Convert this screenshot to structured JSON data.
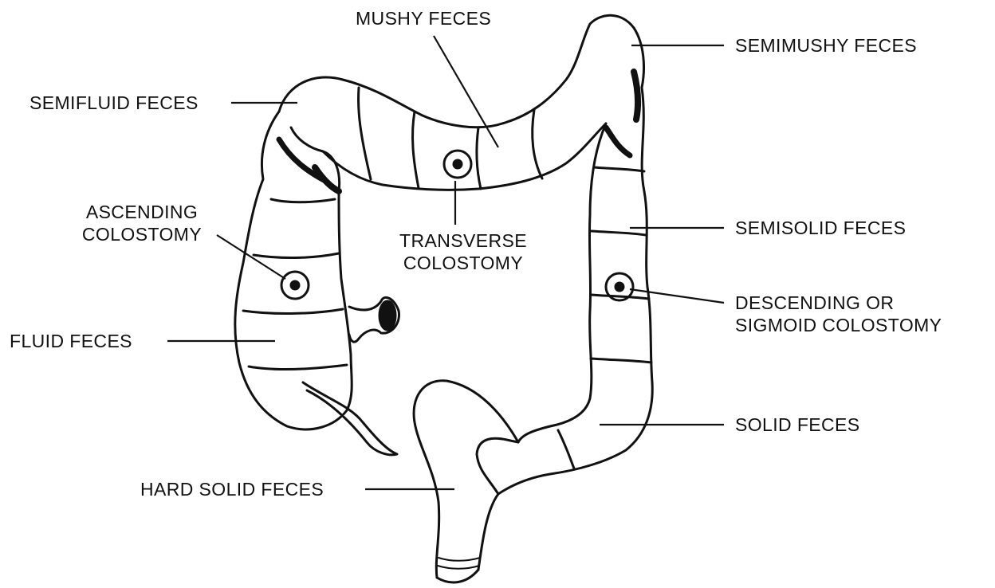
{
  "labels": {
    "mushy": "MUSHY FECES",
    "semimushy": "SEMIMUSHY FECES",
    "semifluid": "SEMIFLUID FECES",
    "ascending_1": "ASCENDING",
    "ascending_2": "COLOSTOMY",
    "transverse_1": "TRANSVERSE",
    "transverse_2": "COLOSTOMY",
    "semisolid": "SEMISOLID FECES",
    "descending_1": "DESCENDING OR",
    "descending_2": "SIGMOID COLOSTOMY",
    "fluid": "FLUID FECES",
    "solid": "SOLID FECES",
    "hard_solid": "HARD SOLID FECES"
  },
  "colors": {
    "ink": "#111111",
    "background": "#ffffff"
  }
}
